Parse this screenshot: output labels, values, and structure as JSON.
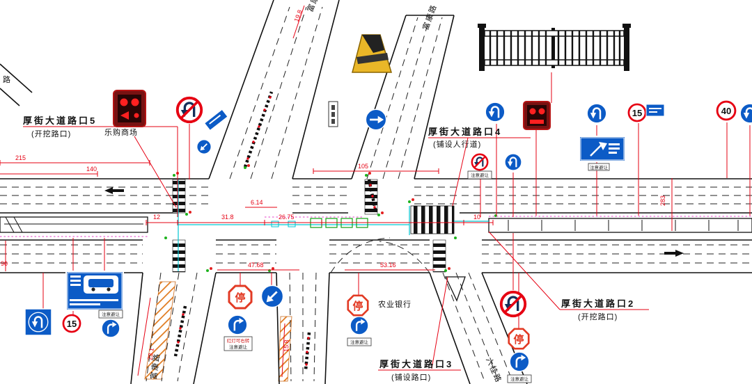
{
  "roads": {
    "fukang_top_a": "富康路",
    "fukang_top_b": "富康路",
    "fukang_bottom": "富康路",
    "liugui": "六桂路",
    "left_partial": "路"
  },
  "intersections": {
    "no5": {
      "title": "厚街大道路口5",
      "note": "(开挖路口)"
    },
    "no4": {
      "title": "厚街大道路口4",
      "note": "(铺设人行道)"
    },
    "no2": {
      "title": "厚街大道路口2",
      "note": "(开挖路口)"
    },
    "no3": {
      "title": "厚街大道路口3",
      "note": "(铺设路口)"
    }
  },
  "pois": {
    "mall": "乐购商场",
    "bank": "农业银行"
  },
  "signs": {
    "stop": "停",
    "speed_15": "15",
    "speed_40": "40",
    "yield": "注意避让",
    "right_on_red": "红灯可右转"
  },
  "dimensions": {
    "d215": "215",
    "d140": "140",
    "d105": "105",
    "d90": "90",
    "d12": "12",
    "d31_8": "31.8",
    "d26_75": "26.75",
    "d6_14": "6.14",
    "d47_68": "47.68",
    "d53_16": "53.16",
    "d10": "10",
    "d23_1": "23.1",
    "d15_8": "15.8",
    "d19_8": "19.8",
    "d283": "283"
  },
  "colors": {
    "dimension_red": "#e60012",
    "sign_blue": "#0c5bc6",
    "stop_red": "#e23a24",
    "construction_orange": "#e07a1e",
    "barrier_yellow": "#eab728",
    "utility_cyan": "#00c6d2",
    "utility_magenta": "#e43cc8"
  }
}
